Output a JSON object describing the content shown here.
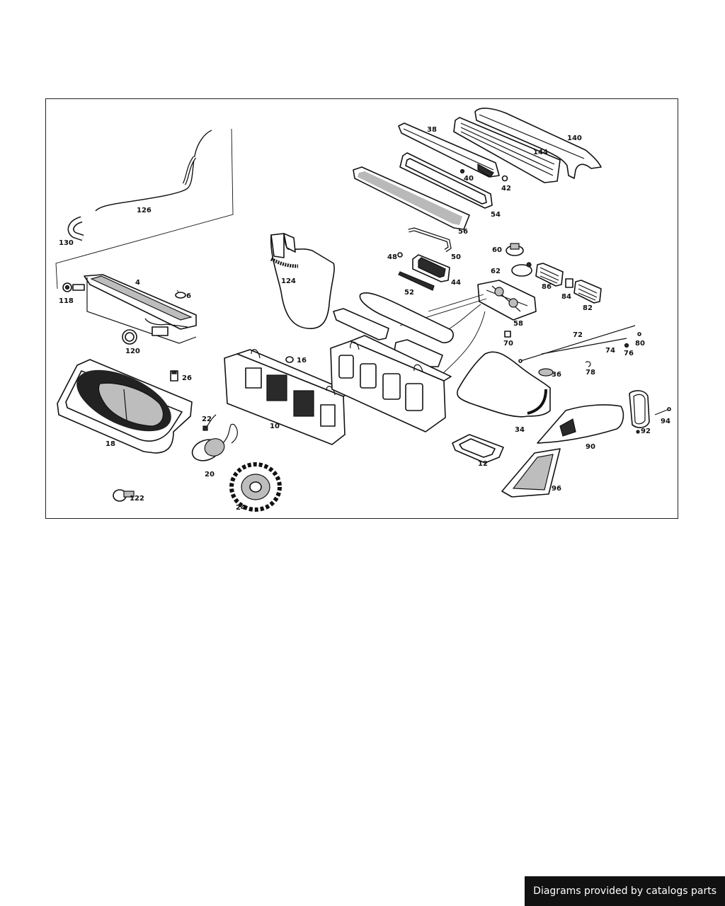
{
  "diagram": {
    "labels": {
      "p4": "4",
      "p6": "6",
      "p10": "10",
      "p12": "12",
      "p16": "16",
      "p18": "18",
      "p20": "20",
      "p22": "22",
      "p24": "24",
      "p26": "26",
      "p34": "34",
      "p36": "36",
      "p38": "38",
      "p40": "40",
      "p42": "42",
      "p44": "44",
      "p48": "48",
      "p50": "50",
      "p52": "52",
      "p54": "54",
      "p56": "56",
      "p58": "58",
      "p60": "60",
      "p62": "62",
      "p70": "70",
      "p72": "72",
      "p74": "74",
      "p76": "76",
      "p78": "78",
      "p80": "80",
      "p82": "82",
      "p84": "84",
      "p86": "86",
      "p90": "90",
      "p92": "92",
      "p94": "94",
      "p96": "96",
      "p118": "118",
      "p120": "120",
      "p122": "122",
      "p124": "124",
      "p126": "126",
      "p130": "130",
      "p140": "140",
      "p144": "144"
    }
  },
  "footer": {
    "text": "Diagrams provided by catalogs parts"
  },
  "colors": {
    "line": "#111111",
    "background": "#ffffff",
    "badge": "#111111"
  }
}
